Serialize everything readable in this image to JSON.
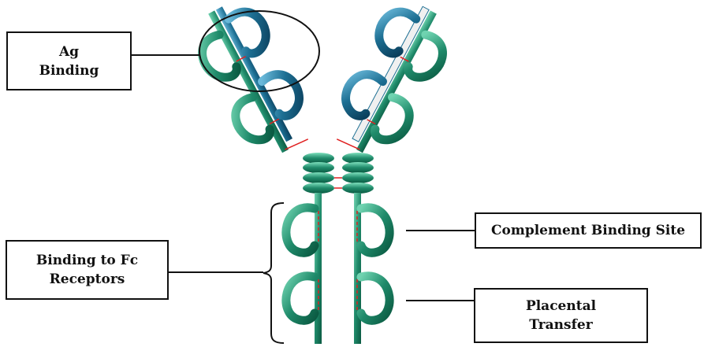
{
  "labels": {
    "ag_binding": "Ag\nBinding",
    "fc_receptors": "Binding to Fc\nReceptors",
    "complement": "Complement Binding Site",
    "placental": "Placental\nTransfer"
  },
  "colors": {
    "heavy_chain": "#1f8a6a",
    "heavy_chain_light": "#55c29f",
    "light_chain": "#1d6f93",
    "light_chain_light": "#4fa3c6",
    "disulfide": "#e02020",
    "outline": "#111111"
  }
}
